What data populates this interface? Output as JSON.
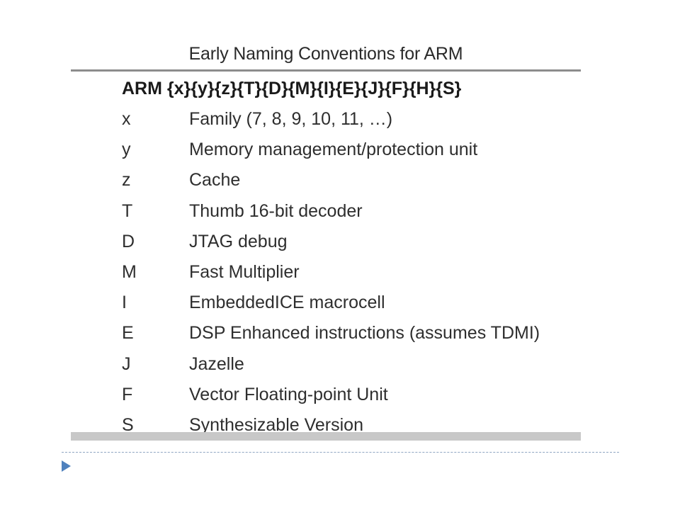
{
  "figure": {
    "caption": "Early Naming Conventions for ARM",
    "header": "ARM {x}{y}{z}{T}{D}{M}{I}{E}{J}{F}{H}{S}",
    "rows": [
      {
        "code": "x",
        "description": "Family (7, 8, 9, 10, 11, …)"
      },
      {
        "code": "y",
        "description": "Memory management/protection unit"
      },
      {
        "code": "z",
        "description": "Cache"
      },
      {
        "code": "T",
        "description": "Thumb 16-bit decoder"
      },
      {
        "code": "D",
        "description": "JTAG debug"
      },
      {
        "code": "M",
        "description": "Fast Multiplier"
      },
      {
        "code": "I",
        "description": "EmbeddedICE macrocell"
      },
      {
        "code": "E",
        "description": "DSP Enhanced instructions (assumes TDMI)"
      },
      {
        "code": "J",
        "description": "Jazelle"
      },
      {
        "code": "F",
        "description": "Vector Floating-point Unit"
      },
      {
        "code": "S",
        "description": "Synthesizable Version"
      }
    ]
  },
  "colors": {
    "accent": "#4f81bd",
    "rule_dark": "#8c8c8c",
    "rule_light": "#c8c8c8",
    "dashed_rule": "#8fa6c2"
  },
  "icons": {
    "bullet": "triangle-bullet-icon"
  }
}
